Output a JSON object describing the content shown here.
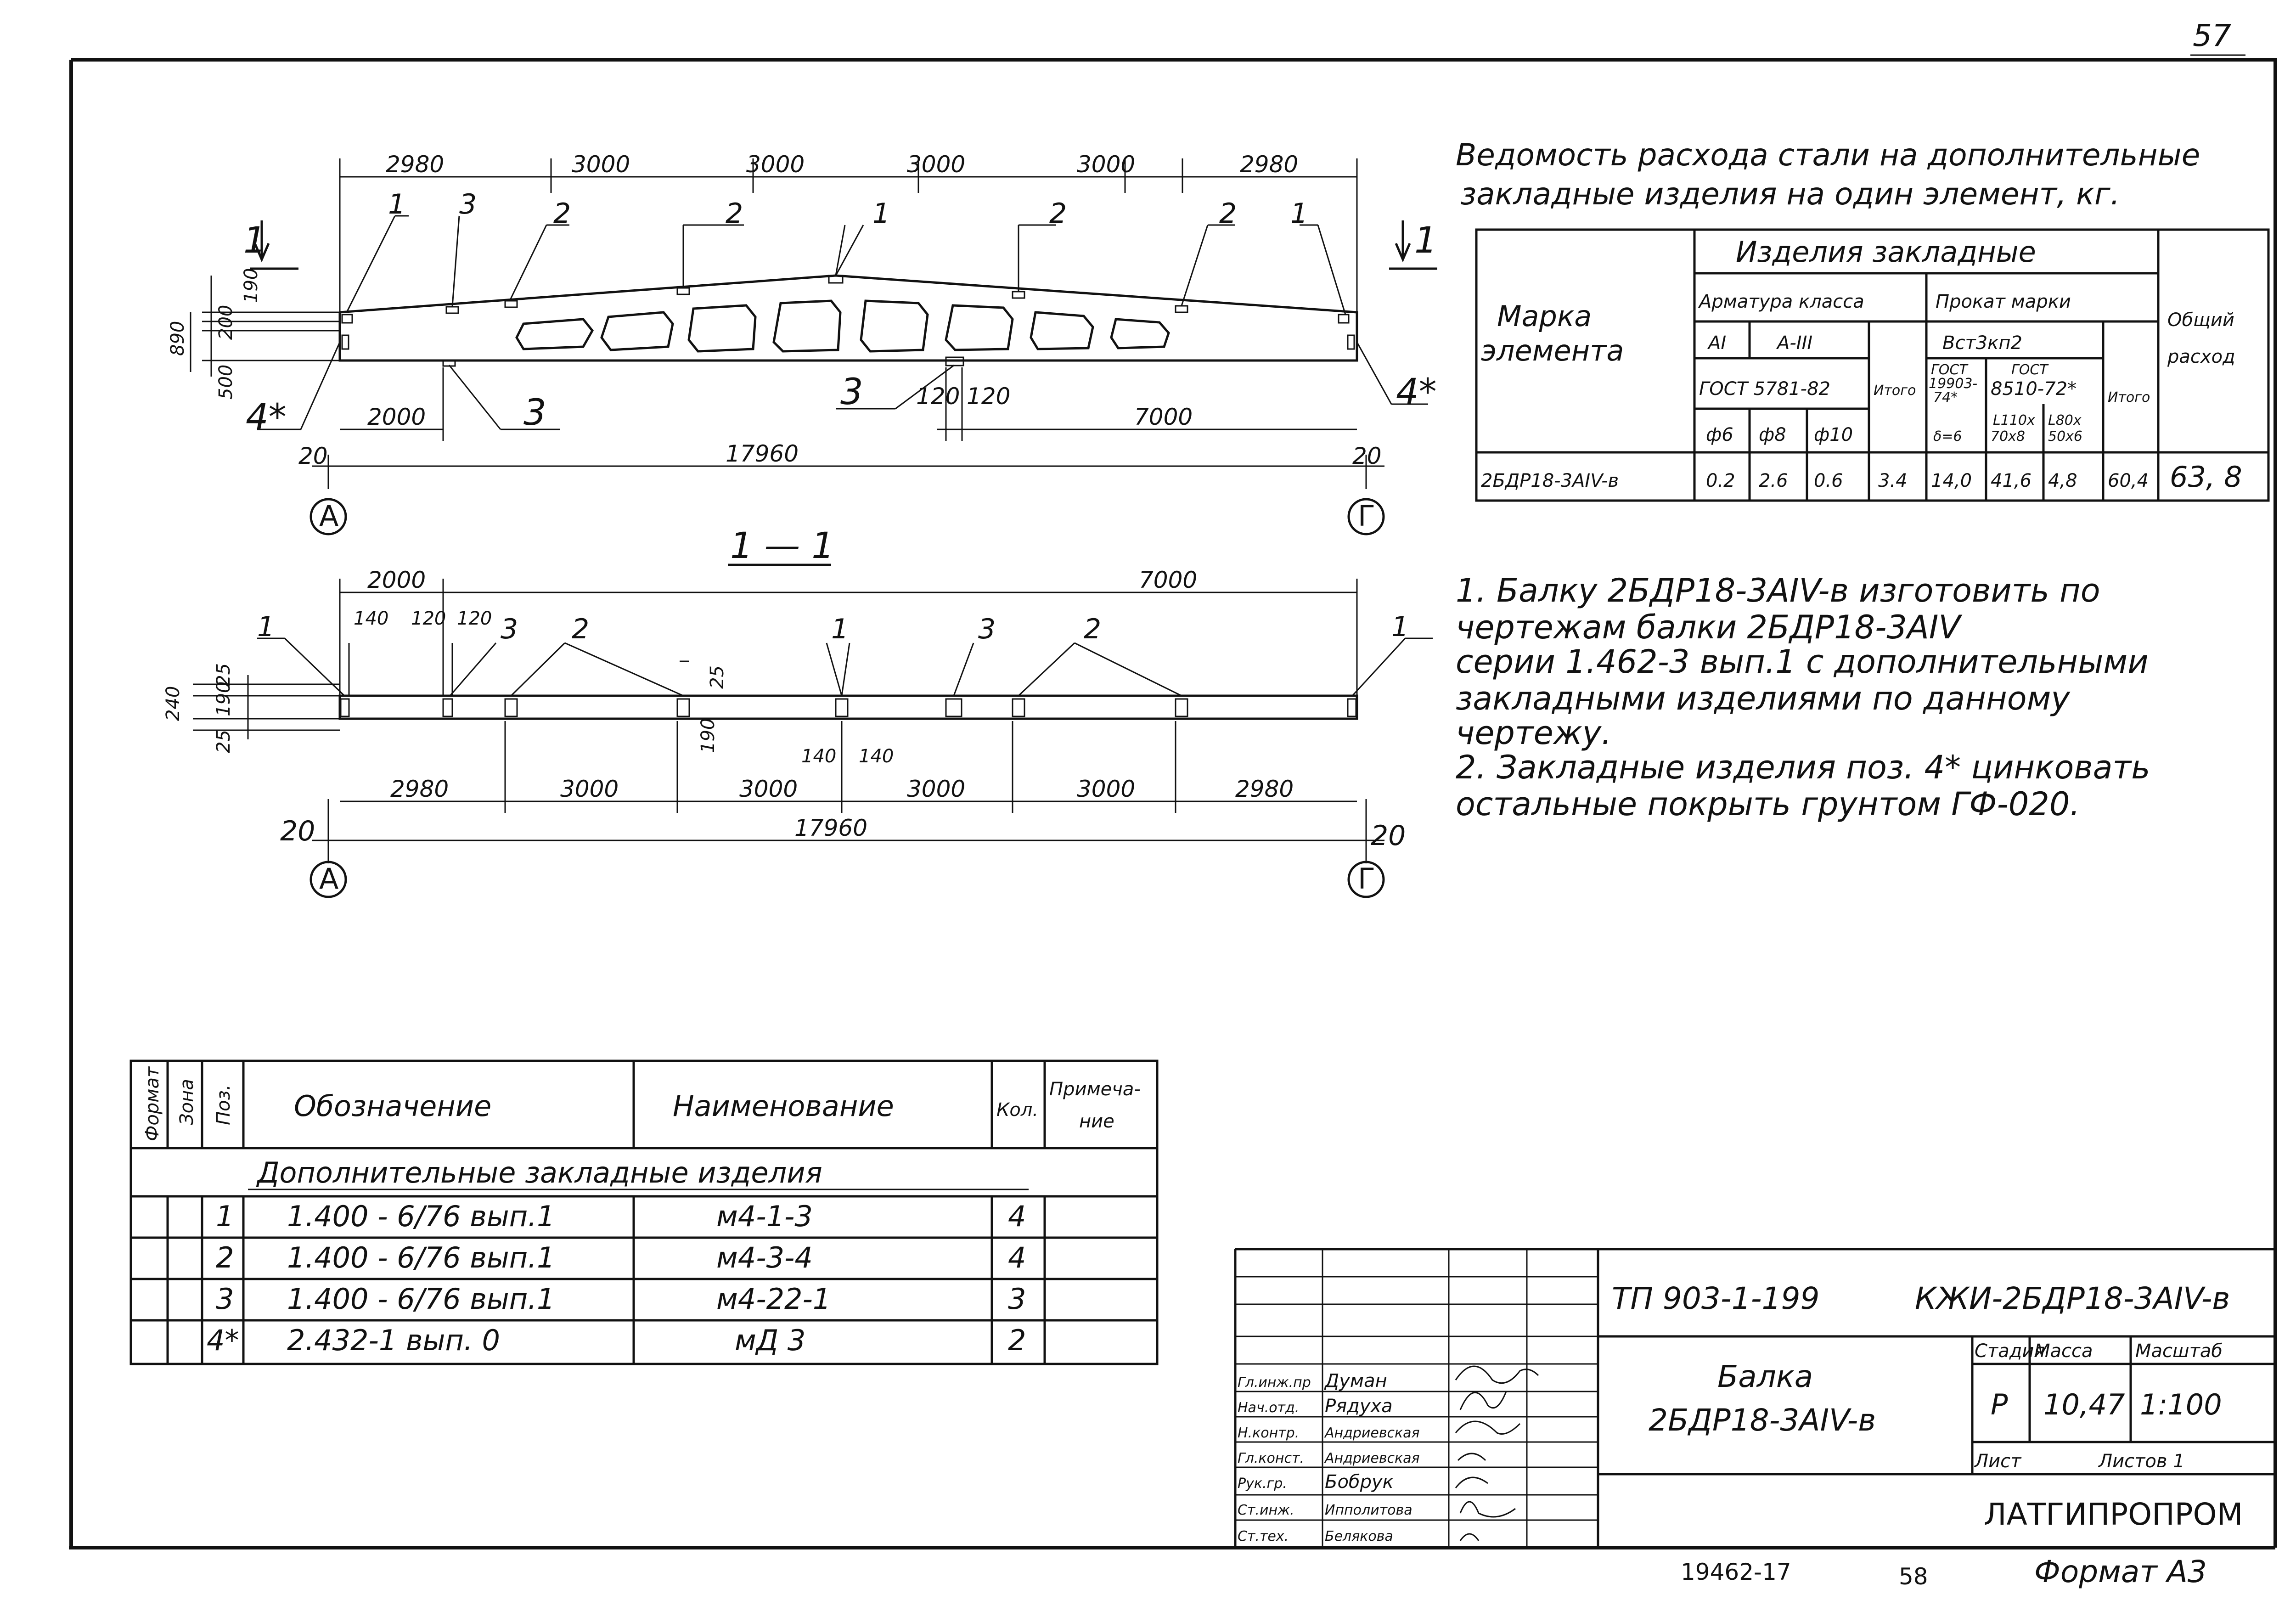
{
  "page_number": "57",
  "section_label": "1 — 1",
  "elevation": {
    "top_dims": [
      "2980",
      "3000",
      "3000",
      "3000",
      "3000",
      "2980"
    ],
    "callouts": [
      "1",
      "3",
      "2",
      "2",
      "1",
      "2",
      "2",
      "1"
    ],
    "section_marks": [
      "1",
      "1"
    ],
    "left_heights": [
      "190",
      "200",
      "890",
      "500"
    ],
    "lower_labels": [
      "4*",
      "4*",
      "3",
      "3"
    ],
    "lower_dims": [
      "2000",
      "120",
      "120",
      "7000"
    ],
    "end_dims": [
      "20",
      "20"
    ],
    "total": "17960",
    "axes": [
      "А",
      "Г"
    ]
  },
  "plan": {
    "top_dims": [
      "2000",
      "7000"
    ],
    "small_dims": [
      "140",
      "120",
      "120",
      "25",
      "140",
      "140",
      "190"
    ],
    "left_heights": [
      "240",
      "190",
      "25",
      "25"
    ],
    "callouts": [
      "1",
      "3",
      "2",
      "1",
      "3",
      "2",
      "1"
    ],
    "bottom_dims": [
      "2980",
      "3000",
      "3000",
      "3000",
      "3000",
      "2980"
    ],
    "end_dims": [
      "20",
      "20"
    ],
    "total": "17960",
    "axes": [
      "А",
      "Г"
    ]
  },
  "steel": {
    "title": [
      "Ведомость расхода стали на дополнительные",
      "закладные изделия на один элемент, кг."
    ],
    "col_mark": [
      "Марка",
      "элемента"
    ],
    "col_group": "Изделия закладные",
    "col_armature": "Арматура класса",
    "col_rolled": "Прокат марки",
    "col_total": [
      "Общий",
      "расход"
    ],
    "sub_at": "АI",
    "sub_a3": "А-III",
    "sub_vst": "Вст3кп2",
    "sub_gost1": "ГОСТ 5781-82",
    "sub_gost2a": [
      "ГОСТ",
      "19903-",
      "74*"
    ],
    "sub_gost2b": [
      "ГОСТ",
      "8510-72*"
    ],
    "itogo": "Итого",
    "dia": [
      "ф6",
      "ф8",
      "ф10"
    ],
    "prof": [
      "δ=6",
      "L110x",
      "70x8",
      "L80x",
      "50x6"
    ],
    "row": [
      "2БДР18-3АIV-в",
      "0.2",
      "2.6",
      "0.6",
      "3.4",
      "14,0",
      "41,6",
      "4,8",
      "60,4",
      "63, 8"
    ]
  },
  "notes": [
    "1.  Балку 2БДР18-3АIV-в  изготовить по",
    "     чертежам балки 2БДР18-3АIV",
    "     серии 1.462-3 вып.1 с дополнительными",
    "     закладными изделиями по данному",
    "     чертежу.",
    "2.  Закладные изделия поз. 4* цинковать",
    "     остальные покрыть грунтом ГФ-020."
  ],
  "spec": {
    "headers": {
      "format": "Формат",
      "zone": "Зона",
      "pos": "Поз.",
      "designation": "Обозначение",
      "name": "Наименование",
      "qty": "Кол.",
      "note": [
        "Примеча-",
        "ние"
      ]
    },
    "section": "Дополнительные закладные изделия",
    "rows": [
      {
        "pos": "1",
        "designation": "1.400 - 6/76  вып.1",
        "name": "м4-1-3",
        "qty": "4"
      },
      {
        "pos": "2",
        "designation": "1.400 - 6/76  вып.1",
        "name": "м4-3-4",
        "qty": "4"
      },
      {
        "pos": "3",
        "designation": "1.400 - 6/76  вып.1",
        "name": "м4-22-1",
        "qty": "3"
      },
      {
        "pos": "4*",
        "designation": "2.432-1   вып. 0",
        "name": "мД 3",
        "qty": "2"
      }
    ]
  },
  "title_block": {
    "doc_left": "ТП  903-1-199",
    "doc_right": "КЖИ-2БДР18-3АIV-в",
    "title": [
      "Балка",
      "2БДР18-3АIV-в"
    ],
    "stage_label": "Стадия",
    "mass_label": "Масса",
    "scale_label": "Масштаб",
    "stage": "Р",
    "mass": "10,47",
    "scale": "1:100",
    "sheet_label": "Лист",
    "sheets_label": "Листов 1",
    "org": "ЛАТГИПРОПРОМ",
    "staff": [
      {
        "role": "Гл.инж.пр",
        "name": "Думан"
      },
      {
        "role": "Нач.отд.",
        "name": "Рядуха"
      },
      {
        "role": "Н.контр.",
        "name": "Андриевская"
      },
      {
        "role": "Гл.конст.",
        "name": "Андриевская"
      },
      {
        "role": "Рук.гр.",
        "name": "Бобрук"
      },
      {
        "role": "Ст.инж.",
        "name": "Ипполитова"
      },
      {
        "role": "Ст.тех.",
        "name": "Белякова"
      }
    ]
  },
  "footer": {
    "stamp": "19462-17",
    "page": "58",
    "format": "Формат А3"
  }
}
